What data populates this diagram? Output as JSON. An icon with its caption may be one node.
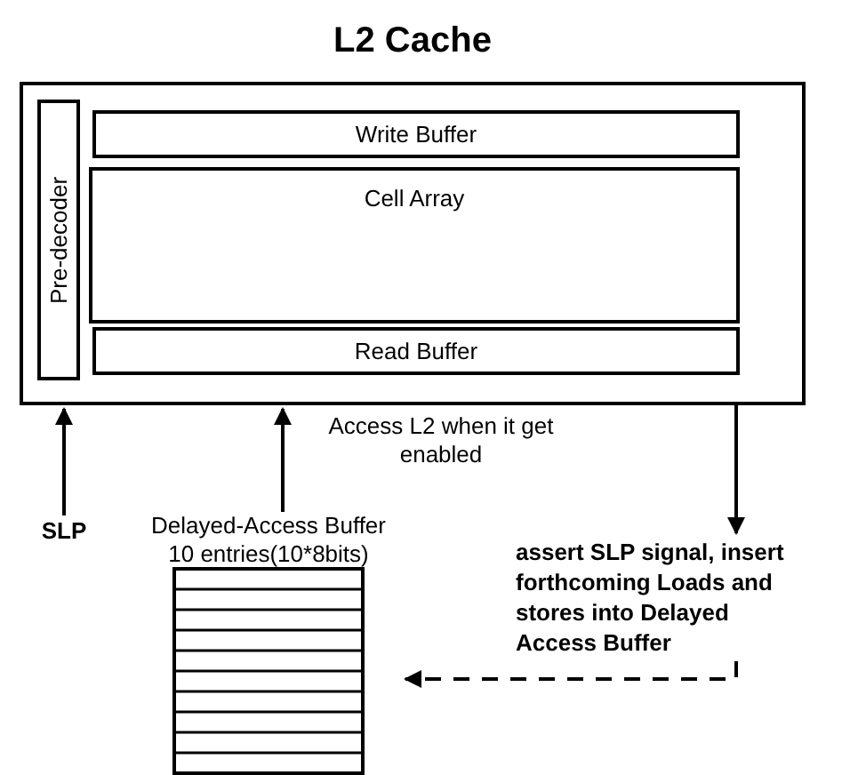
{
  "diagram": {
    "nodes": [
      {
        "text": [
          "L2 Cache"
        ]
      },
      {
        "text": [
          "Pre-decoder"
        ],
        "in": 0
      },
      {
        "text": [
          "Write Buffer"
        ],
        "in": 0
      },
      {
        "text": [
          "Cell Array"
        ],
        "in": 0
      },
      {
        "text": [
          "Read Buffer"
        ],
        "in": 0
      },
      {
        "text": [
          "SLP"
        ]
      },
      {
        "text": [
          "Delayed-Access Buffer 10 entries(10*8bits)"
        ]
      },
      {
        "text": [
          "assert SLP signal, insert forthcoming Loads and stores into Delayed Access Buffer"
        ]
      }
    ],
    "edges": [
      {
        "from": 5,
        "to": 0,
        "arrow": "to"
      },
      {
        "from": 6,
        "to": 0,
        "arrow": "to",
        "label": "Access L2 when it get enabled"
      },
      {
        "from": 0,
        "to": 7,
        "arrow": "to"
      },
      {
        "from": 7,
        "to": 6,
        "arrow": "to",
        "style": "dashed"
      }
    ]
  }
}
